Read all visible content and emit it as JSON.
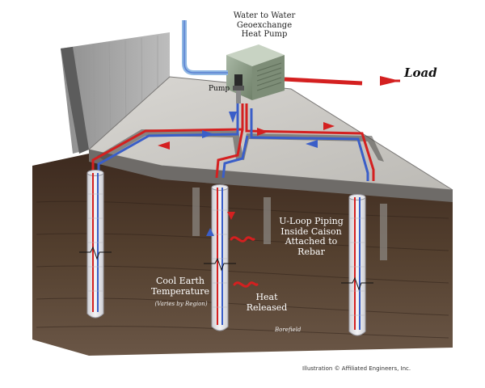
{
  "labels": {
    "heat_pump": "Water to Water\nGeoexchange\nHeat Pump",
    "pump": "Pump",
    "load": "Load",
    "u_loop": "U-Loop Piping\nInside Caison\nAttached to\nRebar",
    "cool_earth": "Cool Earth\nTemperature",
    "varies": "(Varies by Region)",
    "heat_released": "Heat\nReleased",
    "borefield": "Borefield",
    "credit": "Illustration © Affiliated Engineers, Inc."
  },
  "colors": {
    "supply_pipe": "#d42020",
    "return_pipe": "#3a5ec8",
    "slab": "#c8c6c2",
    "earth": "#4a3528",
    "wall": "#a8a8a8",
    "heat_pump": "#8fa08c"
  }
}
